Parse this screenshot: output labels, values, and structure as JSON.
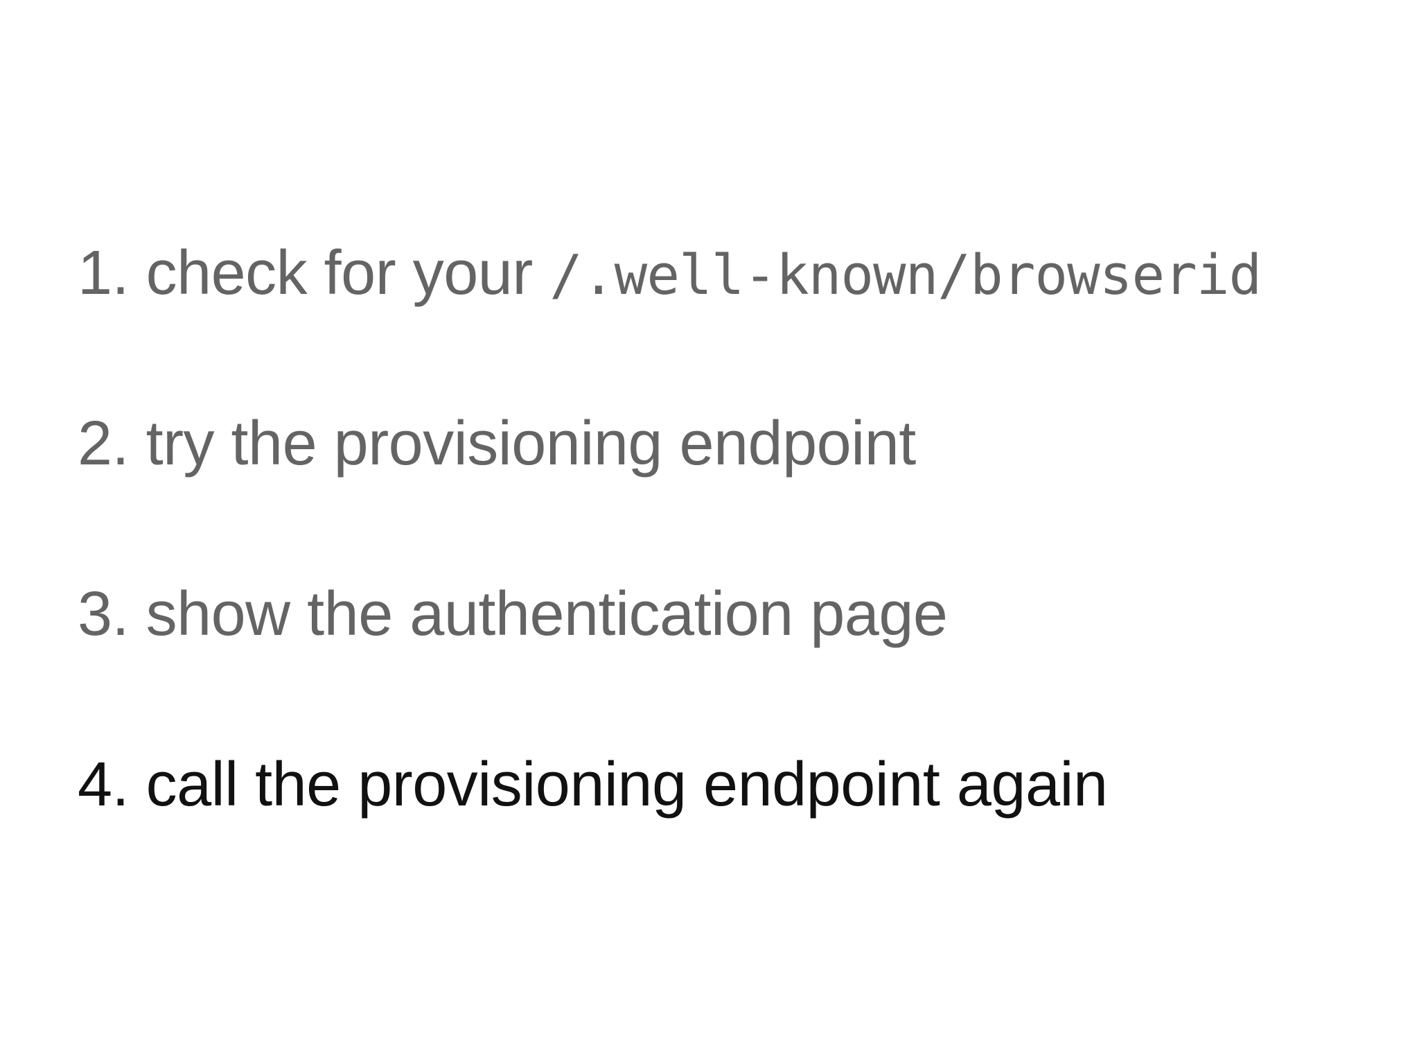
{
  "slide": {
    "background_color": "#ffffff",
    "text_muted_color": "#646464",
    "text_emphasis_color": "#111111",
    "steps": [
      {
        "label": "1. check for your ",
        "code": "/.well-known/browserid",
        "color": "#646464"
      },
      {
        "label": "2. try the provisioning endpoint",
        "code": "",
        "color": "#646464"
      },
      {
        "label": "3. show the authentication page",
        "code": "",
        "color": "#646464"
      },
      {
        "label": "4. call the provisioning endpoint again",
        "code": "",
        "color": "#111111"
      }
    ]
  }
}
